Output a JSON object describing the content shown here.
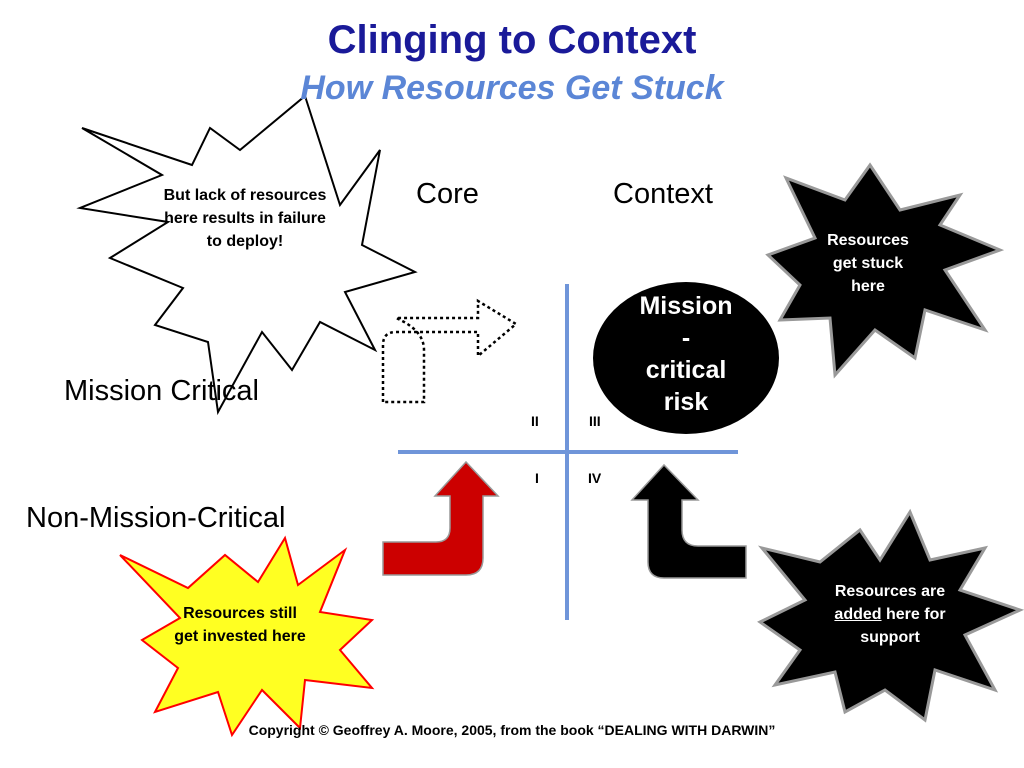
{
  "title": "Clinging to Context",
  "subtitle": "How Resources Get Stuck",
  "columns": {
    "core": "Core",
    "context": "Context"
  },
  "rows": {
    "mission_critical": "Mission Critical",
    "non_mission_critical": "Non-Mission-Critical"
  },
  "quadrants": {
    "q1": "I",
    "q2": "II",
    "q3": "III",
    "q4": "IV"
  },
  "oval": {
    "line1": "Mission",
    "line2": "-",
    "line3": "critical",
    "line4": "risk"
  },
  "callouts": {
    "top_left": "But lack of resources here results in failure to  deploy!",
    "top_right": "Resources get stuck here",
    "bottom_left": "Resources still get invested here",
    "bottom_right_prefix": "Resources are",
    "bottom_right_emphasis": "added",
    "bottom_right_suffix": "here for support"
  },
  "copyright": "Copyright © Geoffrey A. Moore, 2005, from the book “DEALING WITH DARWIN”",
  "colors": {
    "title": "#1a1a99",
    "subtitle": "#5b86d6",
    "axis": "#6f95d9",
    "red_arrow": "#cc0000",
    "black": "#000000",
    "yellow_burst": "#ffff22",
    "burst_stroke_red": "#ff0000",
    "burst_stroke_gray": "#999999"
  }
}
